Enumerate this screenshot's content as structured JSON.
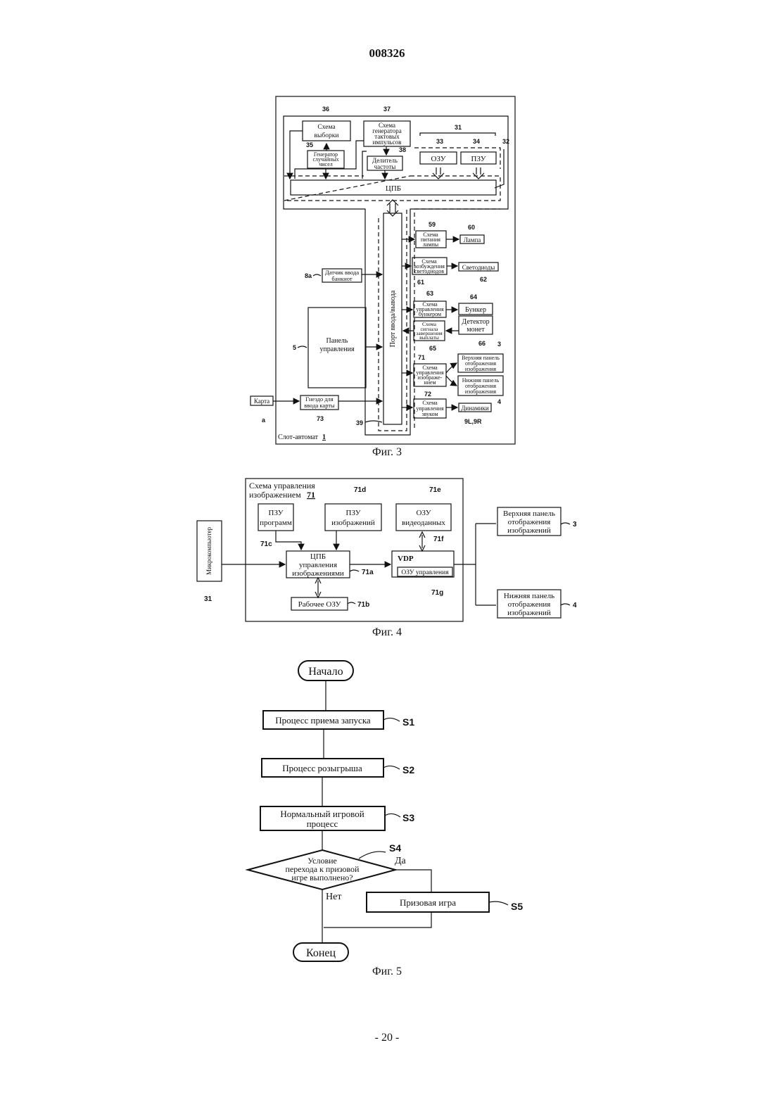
{
  "page": {
    "doc_number": "008326",
    "page_number": "- 20 -"
  },
  "fig3": {
    "caption": "Фиг. 3",
    "machine_label": "Слот-автомат",
    "machine_num": "1",
    "sampling_l1": "Схема",
    "sampling_l2": "выборки",
    "clockgen_l1": "Схема",
    "clockgen_l2": "генератора",
    "clockgen_l3": "тактовых",
    "clockgen_l4": "импульсов",
    "rng_l1": "Генератор",
    "rng_l2": "случайных",
    "rng_l3": "чисел",
    "divider_l1": "Делитель",
    "divider_l2": "частоты",
    "ram": "ОЗУ",
    "rom": "ПЗУ",
    "cpu": "ЦПБ",
    "io_port": "Порт ввода/вывода",
    "lamp_circuit_l1": "Схема",
    "lamp_circuit_l2": "питания",
    "lamp_circuit_l3": "лампы",
    "lamp": "Лампа",
    "led_circuit_l1": "Схема",
    "led_circuit_l2": "возбуждения",
    "led_circuit_l3": "светодиодов",
    "leds": "Светодиоды",
    "hopper_circuit_l1": "Схема",
    "hopper_circuit_l2": "управления",
    "hopper_circuit_l3": "бункером",
    "hopper": "Бункер",
    "coin_detector_l1": "Детектор",
    "coin_detector_l2": "монет",
    "payout_circuit_l1": "Схема",
    "payout_circuit_l2": "сигнала",
    "payout_circuit_l3": "завершения",
    "payout_circuit_l4": "выплаты",
    "image_circuit_l1": "Схема",
    "image_circuit_l2": "управления",
    "image_circuit_l3": "изображе-",
    "image_circuit_l4": "нием",
    "upper_panel_l1": "Верхняя панель",
    "upper_panel_l2": "отображения",
    "upper_panel_l3": "изображения",
    "lower_panel_l1": "Нижняя панель",
    "lower_panel_l2": "отображения",
    "lower_panel_l3": "изображения",
    "sound_circuit_l1": "Схема",
    "sound_circuit_l2": "управления",
    "sound_circuit_l3": "звуком",
    "speakers": "Динамики",
    "bill_sensor_l1": "Датчик ввода",
    "bill_sensor_l2": "банкнот",
    "control_panel_l1": "Панель",
    "control_panel_l2": "управления",
    "card": "Карта",
    "card_slot_l1": "Гнездо для",
    "card_slot_l2": "ввода карты",
    "ref": {
      "n36": "36",
      "n37": "37",
      "n31": "31",
      "n35": "35",
      "n38": "38",
      "n33": "33",
      "n34": "34",
      "n32": "32",
      "n59": "59",
      "n60": "60",
      "n61": "61",
      "n62": "62",
      "n63": "63",
      "n64": "64",
      "n65": "65",
      "n66": "66",
      "n3": "3",
      "n71": "71",
      "n4": "4",
      "n72": "72",
      "n9": "9L,9R",
      "n8a": "8a",
      "n5": "5",
      "na": "a",
      "n73": "73",
      "n39": "39"
    }
  },
  "fig4": {
    "caption": "Фиг. 4",
    "title_l1": "Схема управления",
    "title_l2": "изображением",
    "title_num": "71",
    "prog_rom_l1": "ПЗУ",
    "prog_rom_l2": "программ",
    "img_rom_l1": "ПЗУ",
    "img_rom_l2": "изображений",
    "vram_l1": "ОЗУ",
    "vram_l2": "видеоданных",
    "cpu_l1": "ЦПБ",
    "cpu_l2": "управления",
    "cpu_l3": "изображениями",
    "vdp": "VDP",
    "ctrl_ram": "ОЗУ управления",
    "work_ram": "Рабочее ОЗУ",
    "microcomputer": "Микрокомпьютер",
    "upper_l1": "Верхняя панель",
    "upper_l2": "отображения",
    "upper_l3": "изображений",
    "lower_l1": "Нижняя панель",
    "lower_l2": "отображения",
    "lower_l3": "изображений",
    "ref": {
      "n71d": "71d",
      "n71e": "71e",
      "n71c": "71c",
      "n71f": "71f",
      "n71a": "71a",
      "n71g": "71g",
      "n71b": "71b",
      "n31": "31",
      "n3": "3",
      "n4": "4"
    }
  },
  "fig5": {
    "caption": "Фиг. 5",
    "start": "Начало",
    "s1_text": "Процесс приема запуска",
    "s2_text": "Процесс розыгрыша",
    "s3_l1": "Нормальный игровой",
    "s3_l2": "процесс",
    "s4_l1": "Условие",
    "s4_l2": "перехода к призовой",
    "s4_l3": "игре выполнено?",
    "yes": "Да",
    "no": "Нет",
    "s5_text": "Призовая игра",
    "end": "Конец",
    "ref": {
      "s1": "S1",
      "s2": "S2",
      "s3": "S3",
      "s4": "S4",
      "s5": "S5"
    }
  }
}
